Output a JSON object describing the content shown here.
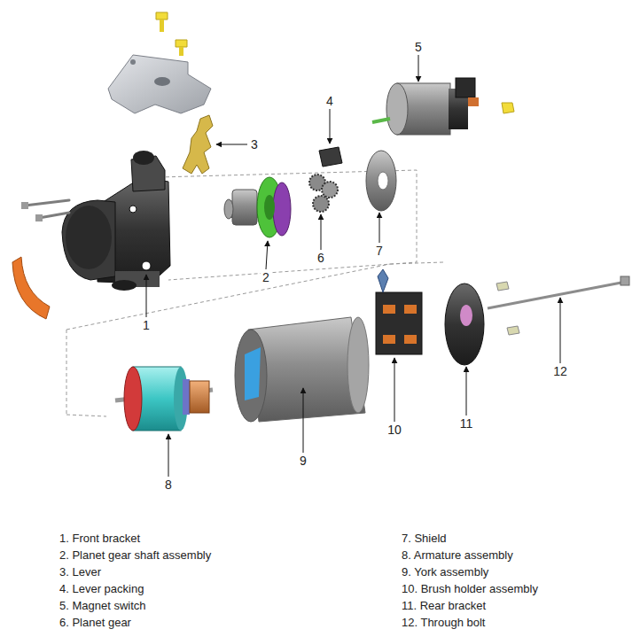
{
  "diagram": {
    "labels": [
      "1",
      "2",
      "3",
      "4",
      "5",
      "6",
      "7",
      "8",
      "9",
      "10",
      "11",
      "12",
      "1. Front bracket",
      "2. Planet gear shaft assembly",
      "3. Lever",
      "4. Lever packing",
      "5. Magnet switch",
      "6. Planet gear",
      "7. Shield",
      "8. Armature assembly",
      "9. York assembly",
      "10. Brush holder assembly",
      "11. Rear bracket",
      "12. Through bolt"
    ]
  }
}
